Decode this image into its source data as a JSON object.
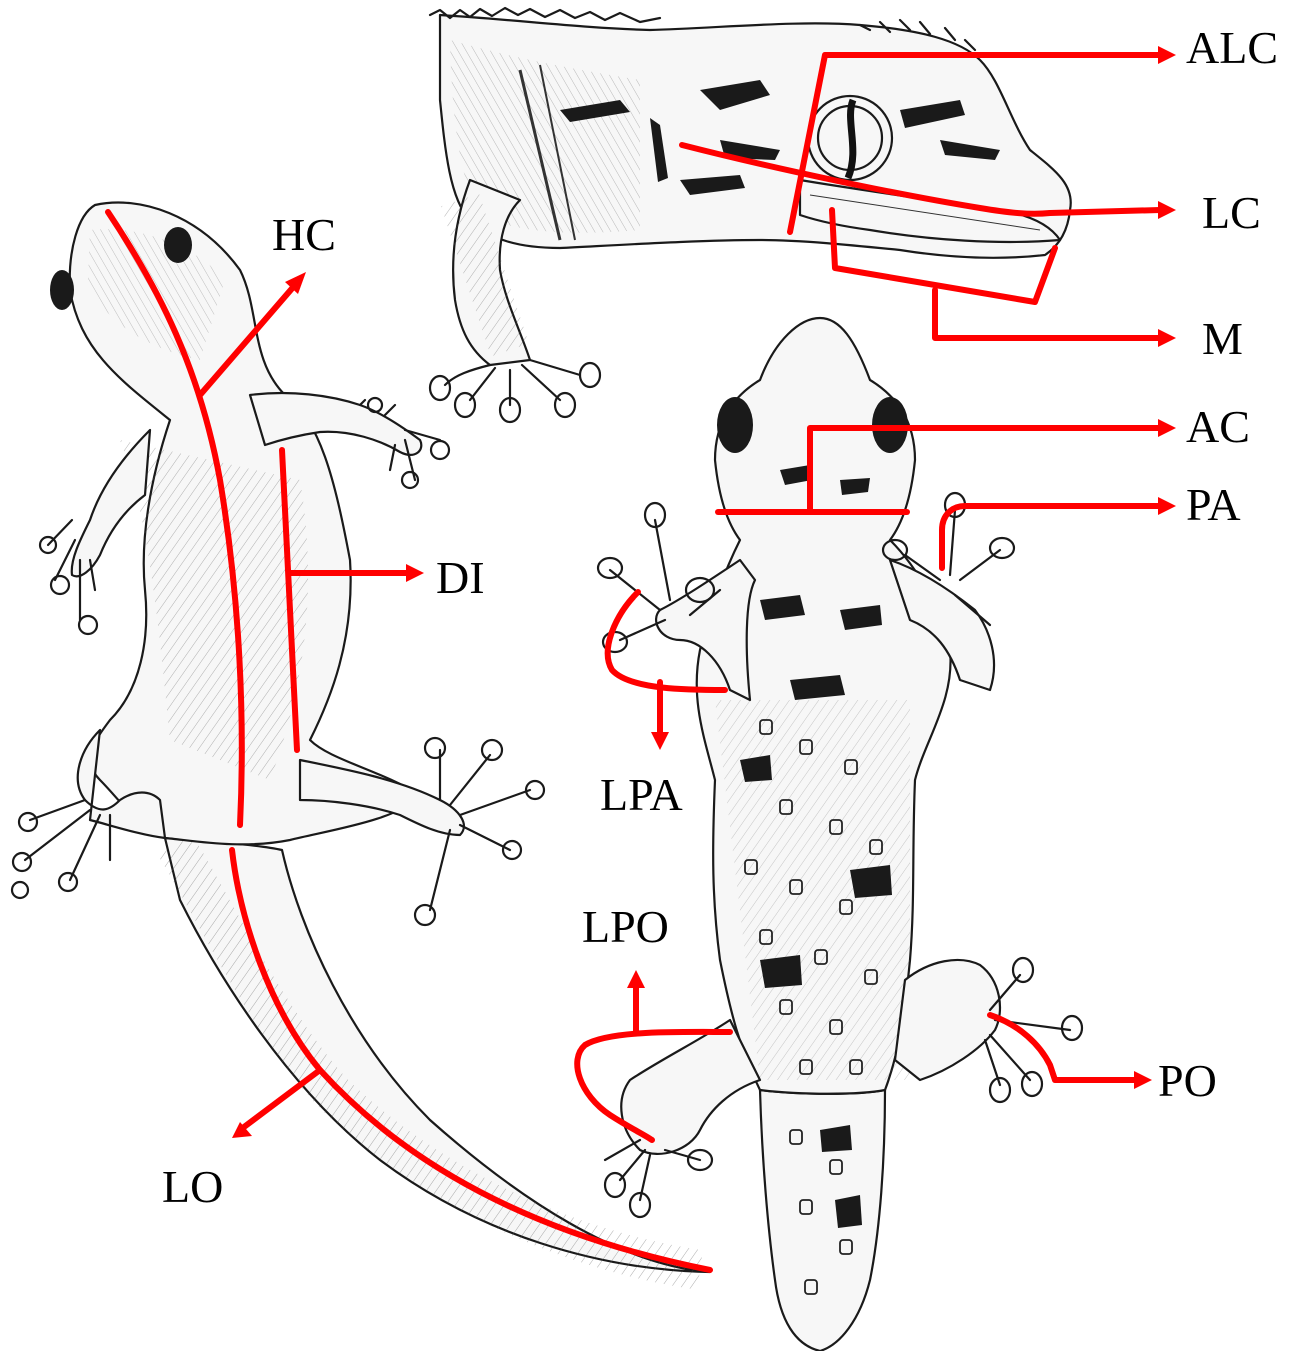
{
  "labels": {
    "alc": "ALC",
    "lc": "LC",
    "m": "M",
    "hc": "HC",
    "ac": "AC",
    "pa": "PA",
    "di": "DI",
    "lpa": "LPA",
    "lpo": "LPO",
    "po": "PO",
    "lo": "LO"
  },
  "colors": {
    "annotation": "#ff0000",
    "ink": "#1a1a1a",
    "background": "#ffffff"
  }
}
